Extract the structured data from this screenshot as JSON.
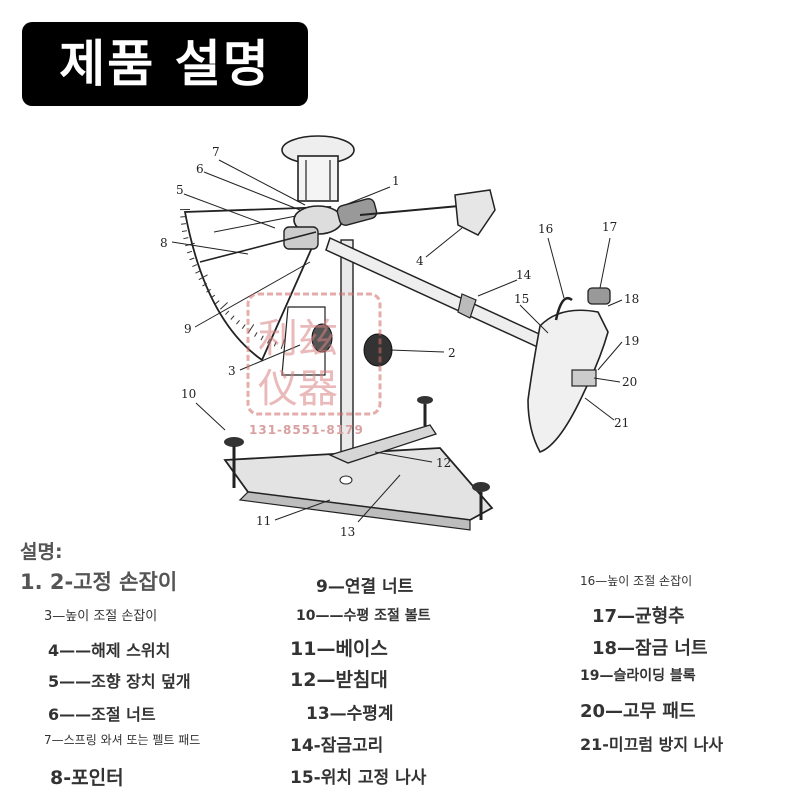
{
  "title": "제품 설명",
  "watermark": {
    "text": "利兹仪器",
    "phone": "131-8551-8179"
  },
  "callouts": [
    "1",
    "2",
    "3",
    "4",
    "5",
    "6",
    "7",
    "8",
    "9",
    "10",
    "11",
    "12",
    "13",
    "14",
    "15",
    "16",
    "17",
    "18",
    "19",
    "20",
    "21"
  ],
  "legend": {
    "heading": "설명:",
    "items": [
      "1. 2-고정 손잡이",
      "3—높이 조절 손잡이",
      "4——해제 스위치",
      "5——조향 장치 덮개",
      "6——조절 너트",
      "7—스프링 와셔 또는 펠트 패드",
      "8-포인터",
      "9—연결 너트",
      "10——수평 조절 볼트",
      "11—베이스",
      "12—받침대",
      "13—수평계",
      "14-잠금고리",
      "15-위치 고정 나사",
      "16—높이 조절 손잡이",
      "17—균형추",
      "18—잠금 너트",
      "19—슬라이딩 블록",
      "20—고무 패드",
      "21-미끄럼 방지 나사"
    ]
  }
}
